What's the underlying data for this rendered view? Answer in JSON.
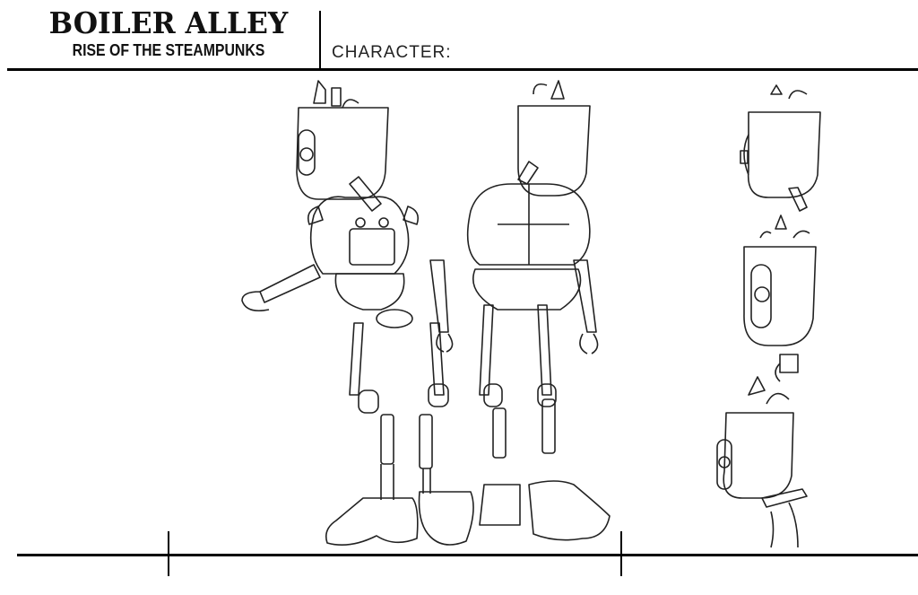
{
  "header": {
    "title": "BOILER ALLEY",
    "subtitle": "RISE OF THE STEAMPUNKS",
    "character_label": "CHARACTER:"
  },
  "drawings": {
    "views": [
      "front-view",
      "back-view",
      "head-side-view",
      "head-front-view",
      "head-three-quarter-view"
    ]
  }
}
